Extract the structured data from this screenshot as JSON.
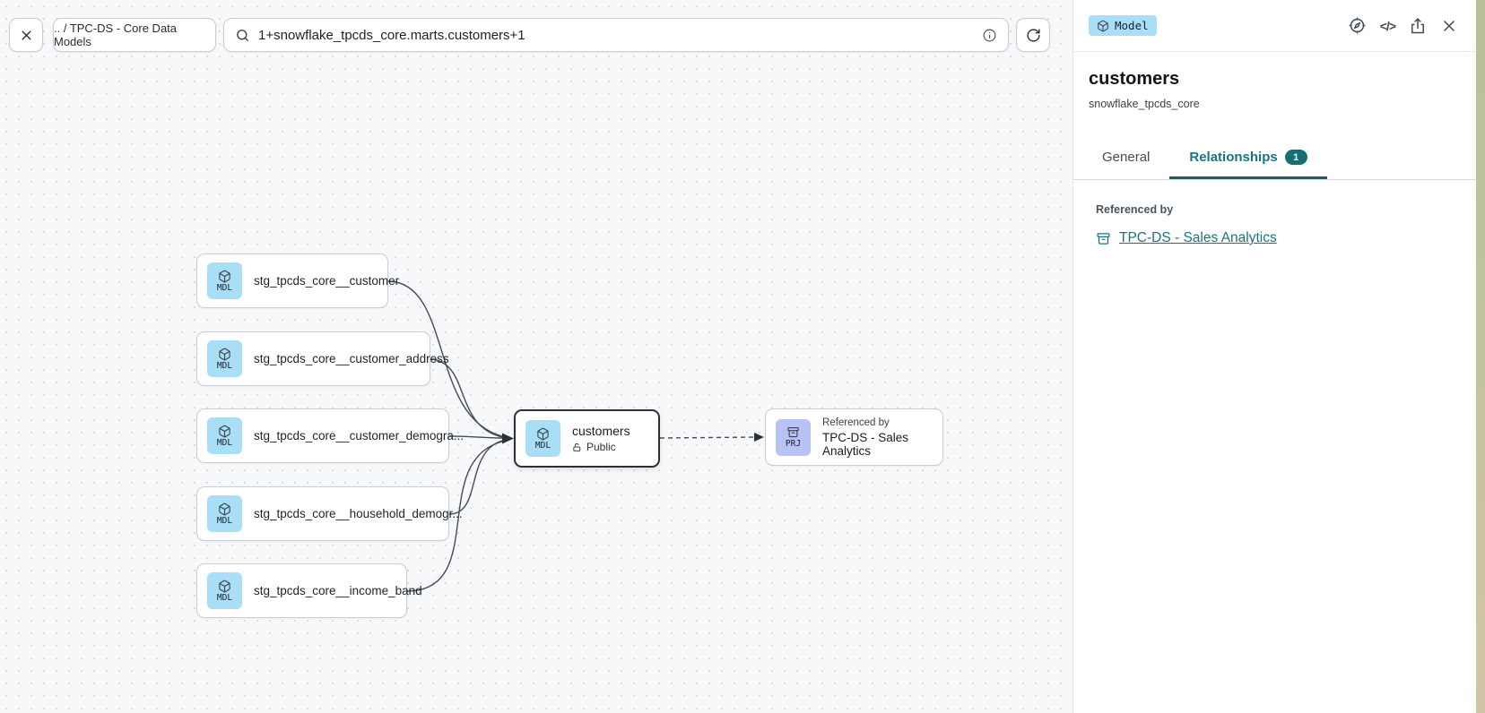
{
  "topbar": {
    "breadcrumb": ".. / TPC-DS - Core Data Models",
    "search_value": "1+snowflake_tpcds_core.marts.customers+1"
  },
  "graph": {
    "upstream_nodes": [
      {
        "badge": "MDL",
        "label": "stg_tpcds_core__customer"
      },
      {
        "badge": "MDL",
        "label": "stg_tpcds_core__customer_address"
      },
      {
        "badge": "MDL",
        "label": "stg_tpcds_core__customer_demogra..."
      },
      {
        "badge": "MDL",
        "label": "stg_tpcds_core__household_demogr..."
      },
      {
        "badge": "MDL",
        "label": "stg_tpcds_core__income_band"
      }
    ],
    "selected_node": {
      "badge": "MDL",
      "label": "customers",
      "access": "Public"
    },
    "downstream_node": {
      "badge": "PRJ",
      "caption": "Referenced by",
      "label": "TPC-DS - Sales Analytics"
    }
  },
  "panel": {
    "type_badge": "Model",
    "title": "customers",
    "subtitle": "snowflake_tpcds_core",
    "tabs": {
      "general": "General",
      "relationships": "Relationships",
      "relationships_count": "1"
    },
    "referenced_by_label": "Referenced by",
    "referenced_by_link": "TPC-DS - Sales Analytics"
  },
  "icons": {
    "code": "</>"
  },
  "colors": {
    "accent_teal": "#17767d",
    "model_badge_bg": "#a9def7",
    "project_badge_bg": "#b9c2f4",
    "selected_border": "#2b3137"
  }
}
